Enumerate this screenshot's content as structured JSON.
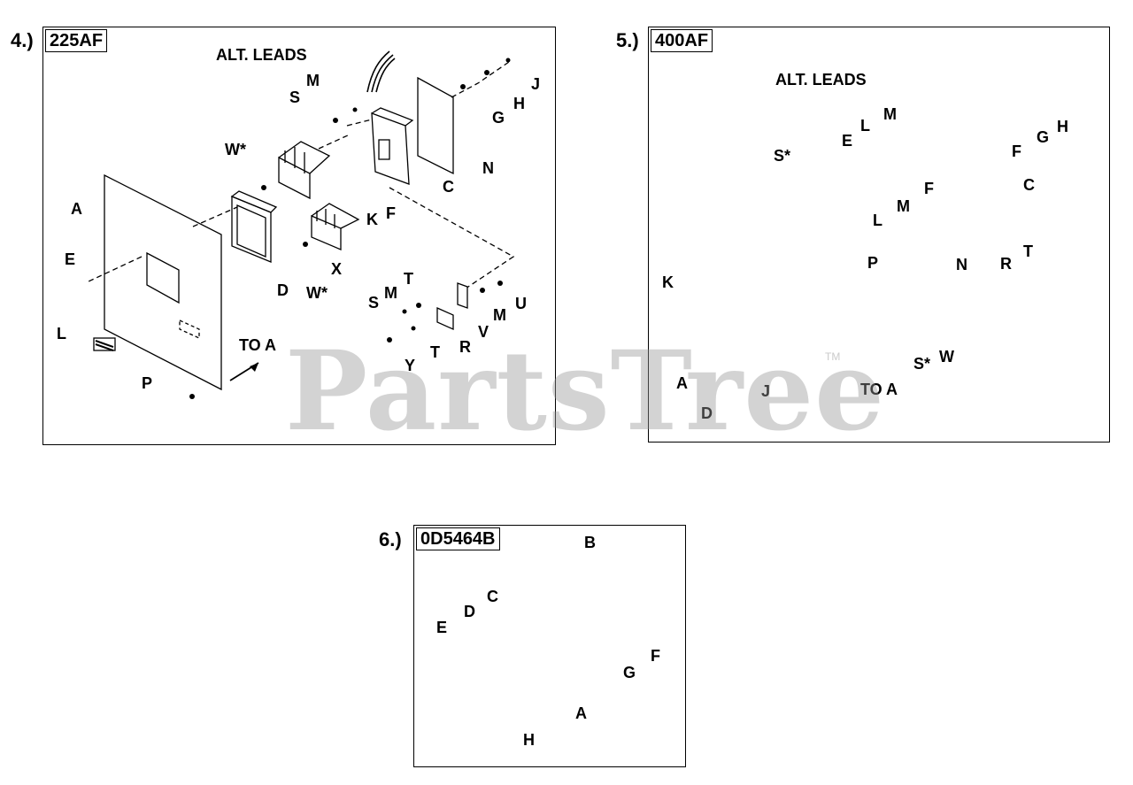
{
  "watermark": "PartsTree",
  "watermark_mark": "TM",
  "panels": [
    {
      "number": "4.)",
      "title": "225AF",
      "labels": {
        "alt_leads": "ALT. LEADS",
        "j": "J",
        "h": "H",
        "g": "G",
        "m": "M",
        "s": "S",
        "w1": "W*",
        "n": "N",
        "c": "C",
        "k": "K",
        "f": "F",
        "a": "A",
        "e": "E",
        "x": "X",
        "w2": "W*",
        "d": "D",
        "t": "T",
        "m2": "M",
        "s2": "S",
        "u": "U",
        "m3": "M",
        "v": "V",
        "r": "R",
        "t2": "T",
        "y": "Y",
        "l": "L",
        "to_a": "TO A",
        "p": "P"
      }
    },
    {
      "number": "5.)",
      "title": "400AF",
      "labels": {
        "alt_leads": "ALT. LEADS",
        "m": "M",
        "l": "L",
        "e": "E",
        "s": "S*",
        "h": "H",
        "g": "G",
        "f": "F",
        "f2": "F",
        "c": "C",
        "m2": "M",
        "l2": "L",
        "n": "N",
        "r": "R",
        "t": "T",
        "p": "P",
        "k": "K",
        "s2": "S*",
        "w": "W",
        "a": "A",
        "j": "J",
        "d": "D",
        "to_a": "TO A"
      }
    },
    {
      "number": "6.)",
      "title": "0D5464B",
      "labels": {
        "b": "B",
        "c": "C",
        "d": "D",
        "e": "E",
        "f": "F",
        "g": "G",
        "a": "A",
        "h": "H"
      }
    }
  ]
}
